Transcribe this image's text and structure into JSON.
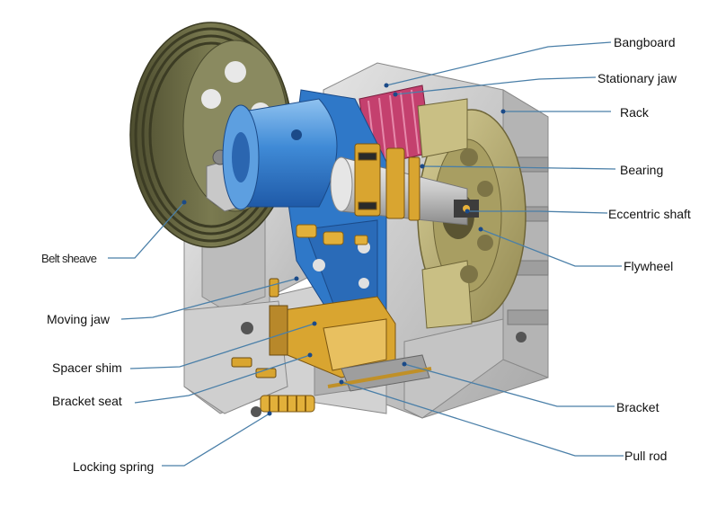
{
  "labels": {
    "bangboard": "Bangboard",
    "stationary_jaw": "Stationary jaw",
    "rack": "Rack",
    "bearing": "Bearing",
    "eccentric_shaft": "Eccentric shaft",
    "flywheel": "Flywheel",
    "belt_sheave": "Belt sheave",
    "moving_jaw": "Moving jaw",
    "spacer_shim": "Spacer shim",
    "bracket_seat": "Bracket seat",
    "bracket": "Bracket",
    "pull_rod": "Pull rod",
    "locking_spring": "Locking spring"
  },
  "colors": {
    "leader_line": "#4a7fa8",
    "sheave": "#6e6e46",
    "frame": "#c9c9c9",
    "jaw_blue": "#2f78c8",
    "flywheel": "#b8ae74",
    "brass": "#d9a530",
    "bangboard": "#c4406e"
  }
}
